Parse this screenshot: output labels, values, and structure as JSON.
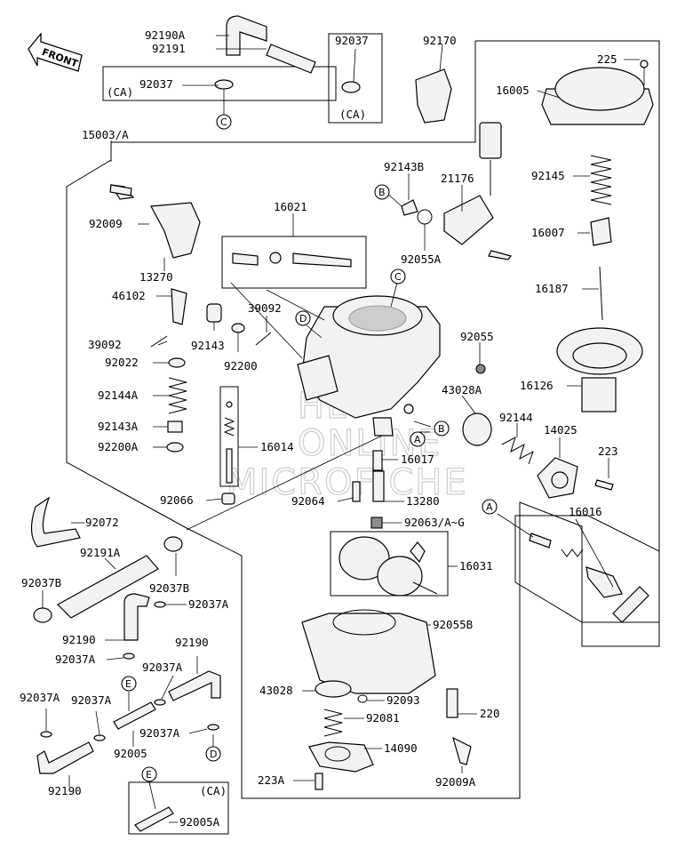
{
  "front_label": "FRONT",
  "watermark": [
    "HL",
    "ONLINE",
    "MICROFICHE"
  ],
  "parts": {
    "p92190A": "92190A",
    "p92191": "92191",
    "p92037_top": "92037",
    "p92170": "92170",
    "p225": "225",
    "p16005": "16005",
    "p92037_left": "92037",
    "p15003A": "15003/A",
    "p92143B": "92143B",
    "p21176": "21176",
    "p92145": "92145",
    "p92009": "92009",
    "p16021": "16021",
    "p92055A": "92055A",
    "p16007": "16007",
    "p13270": "13270",
    "p16187": "16187",
    "p46102": "46102",
    "p39092_r": "39092",
    "p92055": "92055",
    "p39092_l": "39092",
    "p92143": "92143",
    "p92022": "92022",
    "p92200": "92200",
    "p16126": "16126",
    "p43028A": "43028A",
    "p92144A": "92144A",
    "p92144": "92144",
    "p14025": "14025",
    "p92143A": "92143A",
    "p16014": "16014",
    "p92200A": "92200A",
    "p16017": "16017",
    "p223_r": "223",
    "p92066": "92066",
    "p92064": "92064",
    "p13280": "13280",
    "p16016": "16016",
    "p92072": "92072",
    "p92063": "92063/A~G",
    "p92191A": "92191A",
    "p16031": "16031",
    "p92037B_l": "92037B",
    "p92037B_r": "92037B",
    "p92037A_1": "92037A",
    "p92055B": "92055B",
    "p92190_l": "92190",
    "p92190_r": "92190",
    "p92037A_2": "92037A",
    "p92037A_3": "92037A",
    "p43028": "43028",
    "p92093": "92093",
    "p92037A_4": "92037A",
    "p92037A_5": "92037A",
    "p220": "220",
    "p92081": "92081",
    "p92037A_6": "92037A",
    "p14090": "14090",
    "p92005": "92005",
    "p92190_b": "92190",
    "p223A": "223A",
    "p92009A": "92009A",
    "p92005A": "92005A"
  },
  "ca_labels": {
    "left": "(CA)",
    "top": "(CA)",
    "bottom": "(CA)"
  },
  "callouts": {
    "A_mid": "A",
    "A_right": "A",
    "B_left": "B",
    "B_mid": "B",
    "C_top": "C",
    "C_carb": "C",
    "D_carb": "D",
    "D_bottom": "D",
    "E_mid": "E",
    "E_bottom": "E"
  }
}
